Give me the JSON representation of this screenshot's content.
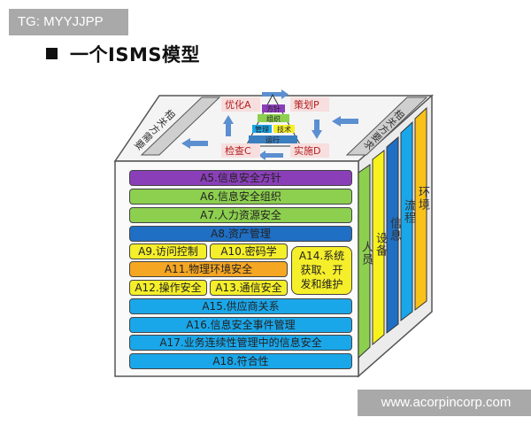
{
  "watermarks": {
    "top_left": "TG: MYYJJPP",
    "bottom_right": "www.acorpincorp.com"
  },
  "title": "一个ISMS模型",
  "top_face": {
    "left_label": "相关方需要",
    "right_label": "相关方要求",
    "pdca": {
      "plan": "策划P",
      "do": "实施D",
      "check": "检查C",
      "act": "优化A"
    },
    "pyramid": [
      "方针",
      "组织",
      "管理",
      "技术",
      "运行"
    ]
  },
  "front_face": {
    "rows": [
      {
        "id": "a5",
        "label": "A5.信息安全方针",
        "color": "#8a3fb8"
      },
      {
        "id": "a6",
        "label": "A6.信息安全组织",
        "color": "#8dcf4f"
      },
      {
        "id": "a7",
        "label": "A7.人力资源安全",
        "color": "#8dcf4f"
      },
      {
        "id": "a8",
        "label": "A8.资产管理",
        "color": "#1f6fc4"
      },
      {
        "id": "a9",
        "label": "A9.访问控制",
        "color": "#f5ee2a"
      },
      {
        "id": "a10",
        "label": "A10.密码学",
        "color": "#f5ee2a"
      },
      {
        "id": "a11",
        "label": "A11.物理环境安全",
        "color": "#f5a623"
      },
      {
        "id": "a12",
        "label": "A12.操作安全",
        "color": "#f5ee2a"
      },
      {
        "id": "a13",
        "label": "A13.通信安全",
        "color": "#f5ee2a"
      },
      {
        "id": "a14",
        "label": "A14.系统获取、开发和维护",
        "color": "#f5ee2a"
      },
      {
        "id": "a15",
        "label": "A15.供应商关系",
        "color": "#1aa7ea"
      },
      {
        "id": "a16",
        "label": "A16.信息安全事件管理",
        "color": "#1aa7ea"
      },
      {
        "id": "a17",
        "label": "A17.业务连续性管理中的信息安全",
        "color": "#1aa7ea"
      },
      {
        "id": "a18",
        "label": "A18.符合性",
        "color": "#1aa7ea"
      }
    ]
  },
  "side_face": {
    "columns": [
      {
        "label": "人员",
        "color": "#8dcf4f"
      },
      {
        "label": "设备",
        "color": "#f7f21e"
      },
      {
        "label": "信息",
        "color": "#1f6fc4"
      },
      {
        "label": "流程",
        "color": "#1aa7ea"
      },
      {
        "label": "环境",
        "color": "#f9c21a"
      }
    ]
  }
}
